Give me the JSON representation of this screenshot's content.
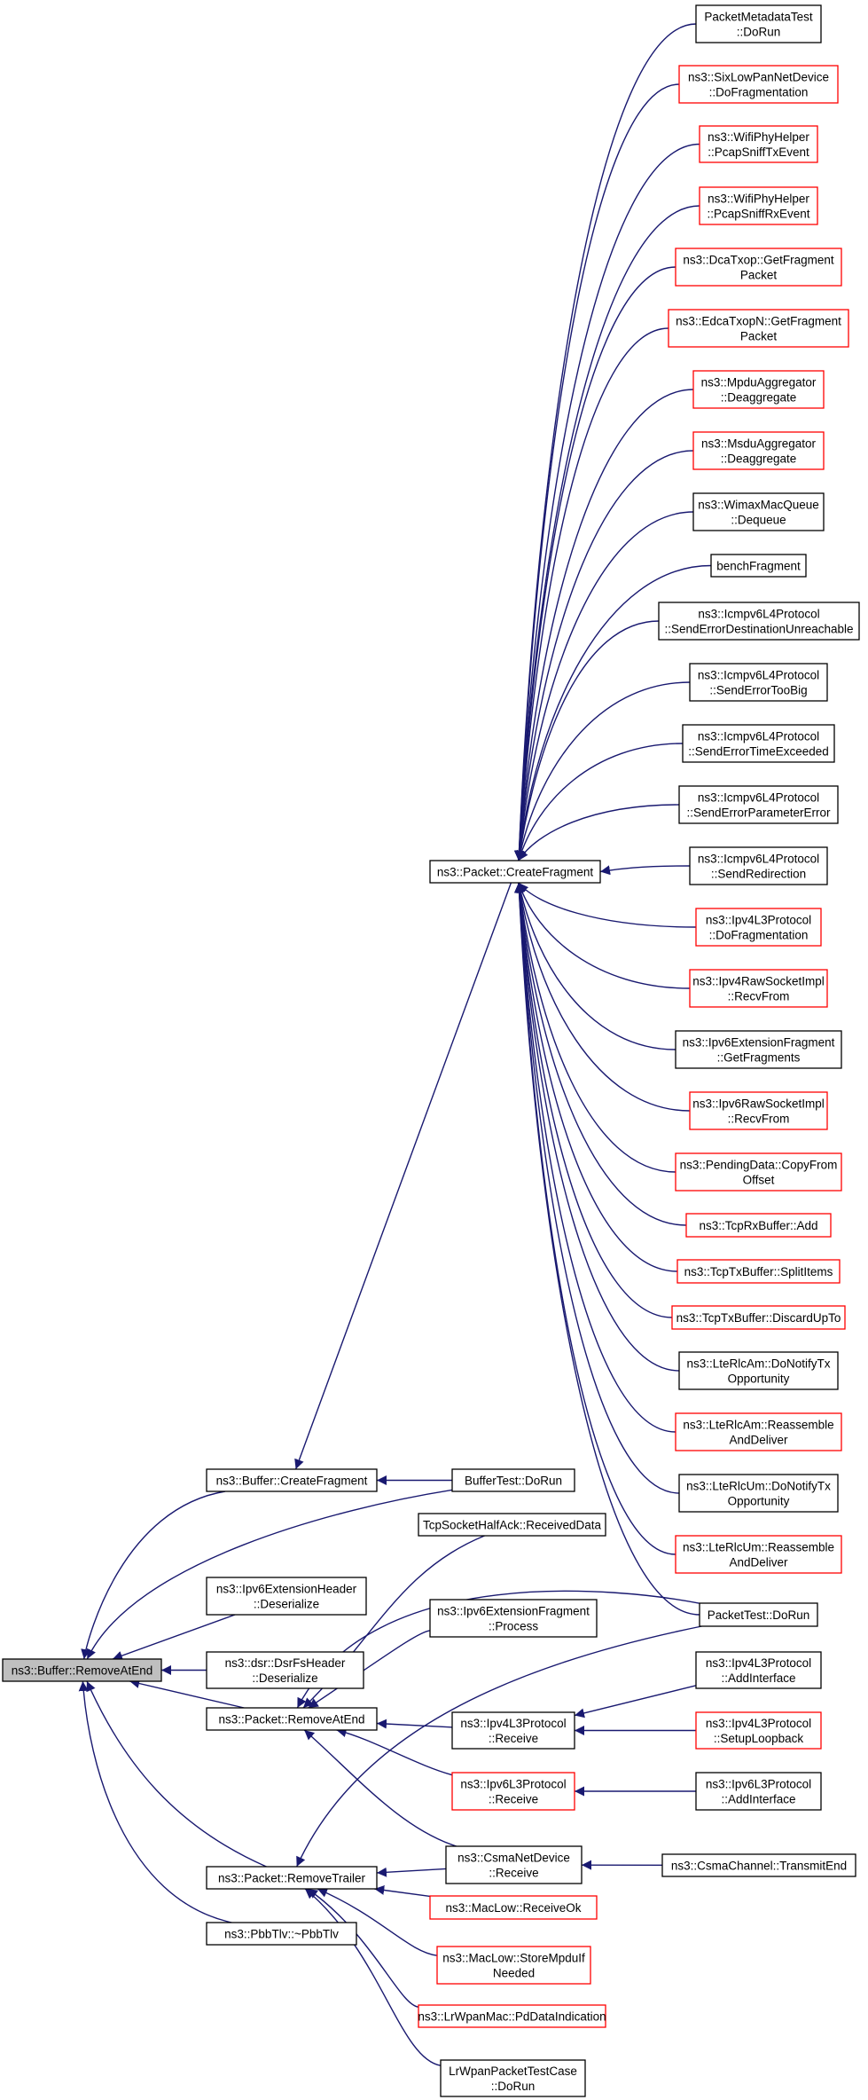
{
  "colors": {
    "edge": "#191970",
    "node_border_normal": "#000000",
    "node_border_truncated": "#ff0000",
    "root_fill": "#bfbfbf",
    "node_fill": "#ffffff"
  },
  "nodes": [
    {
      "id": "root",
      "lines": [
        "ns3::Buffer::RemoveAtEnd"
      ],
      "style": "root"
    },
    {
      "id": "buf_cf",
      "lines": [
        "ns3::Buffer::CreateFragment"
      ],
      "style": "normal"
    },
    {
      "id": "ipv6eh",
      "lines": [
        "ns3::Ipv6ExtensionHeader",
        "::Deserialize"
      ],
      "style": "normal"
    },
    {
      "id": "dsrfs",
      "lines": [
        "ns3::dsr::DsrFsHeader",
        "::Deserialize"
      ],
      "style": "normal"
    },
    {
      "id": "pkt_rae",
      "lines": [
        "ns3::Packet::RemoveAtEnd"
      ],
      "style": "normal"
    },
    {
      "id": "pkt_rt",
      "lines": [
        "ns3::Packet::RemoveTrailer"
      ],
      "style": "normal"
    },
    {
      "id": "pbbtlv",
      "lines": [
        "ns3::PbbTlv::~PbbTlv"
      ],
      "style": "normal"
    },
    {
      "id": "pkt_cf",
      "lines": [
        "ns3::Packet::CreateFragment"
      ],
      "style": "normal"
    },
    {
      "id": "buftest",
      "lines": [
        "BufferTest::DoRun"
      ],
      "style": "normal"
    },
    {
      "id": "tcphalf",
      "lines": [
        "TcpSocketHalfAck::ReceivedData"
      ],
      "style": "normal"
    },
    {
      "id": "ipv6ef_proc",
      "lines": [
        "ns3::Ipv6ExtensionFragment",
        "::Process"
      ],
      "style": "normal"
    },
    {
      "id": "ipv4l3_recv",
      "lines": [
        "ns3::Ipv4L3Protocol",
        "::Receive"
      ],
      "style": "normal"
    },
    {
      "id": "ipv6l3_recv",
      "lines": [
        "ns3::Ipv6L3Protocol",
        "::Receive"
      ],
      "style": "truncated"
    },
    {
      "id": "csma_recv",
      "lines": [
        "ns3::CsmaNetDevice",
        "::Receive"
      ],
      "style": "normal"
    },
    {
      "id": "macrecvok",
      "lines": [
        "ns3::MacLow::ReceiveOk"
      ],
      "style": "truncated"
    },
    {
      "id": "macstore",
      "lines": [
        "ns3::MacLow::StoreMpduIf",
        "Needed"
      ],
      "style": "truncated"
    },
    {
      "id": "lrwpan_pd",
      "lines": [
        "ns3::LrWpanMac::PdDataIndication"
      ],
      "style": "truncated"
    },
    {
      "id": "lrwpan_test",
      "lines": [
        "LrWpanPacketTestCase",
        "::DoRun"
      ],
      "style": "normal"
    },
    {
      "id": "pmdtest",
      "lines": [
        "PacketMetadataTest",
        "::DoRun"
      ],
      "style": "normal"
    },
    {
      "id": "sixlow",
      "lines": [
        "ns3::SixLowPanNetDevice",
        "::DoFragmentation"
      ],
      "style": "truncated"
    },
    {
      "id": "wifi_tx",
      "lines": [
        "ns3::WifiPhyHelper",
        "::PcapSniffTxEvent"
      ],
      "style": "truncated"
    },
    {
      "id": "wifi_rx",
      "lines": [
        "ns3::WifiPhyHelper",
        "::PcapSniffRxEvent"
      ],
      "style": "truncated"
    },
    {
      "id": "dcatxop",
      "lines": [
        "ns3::DcaTxop::GetFragment",
        "Packet"
      ],
      "style": "truncated"
    },
    {
      "id": "edcatxop",
      "lines": [
        "ns3::EdcaTxopN::GetFragment",
        "Packet"
      ],
      "style": "truncated"
    },
    {
      "id": "mpdu",
      "lines": [
        "ns3::MpduAggregator",
        "::Deaggregate"
      ],
      "style": "truncated"
    },
    {
      "id": "msdu",
      "lines": [
        "ns3::MsduAggregator",
        "::Deaggregate"
      ],
      "style": "truncated"
    },
    {
      "id": "wimax",
      "lines": [
        "ns3::WimaxMacQueue",
        "::Dequeue"
      ],
      "style": "normal"
    },
    {
      "id": "benchfrag",
      "lines": [
        "benchFragment"
      ],
      "style": "normal"
    },
    {
      "id": "icmp_dest",
      "lines": [
        "ns3::Icmpv6L4Protocol",
        "::SendErrorDestinationUnreachable"
      ],
      "style": "normal"
    },
    {
      "id": "icmp_toobig",
      "lines": [
        "ns3::Icmpv6L4Protocol",
        "::SendErrorTooBig"
      ],
      "style": "normal"
    },
    {
      "id": "icmp_time",
      "lines": [
        "ns3::Icmpv6L4Protocol",
        "::SendErrorTimeExceeded"
      ],
      "style": "normal"
    },
    {
      "id": "icmp_param",
      "lines": [
        "ns3::Icmpv6L4Protocol",
        "::SendErrorParameterError"
      ],
      "style": "normal"
    },
    {
      "id": "icmp_redir",
      "lines": [
        "ns3::Icmpv6L4Protocol",
        "::SendRedirection"
      ],
      "style": "normal"
    },
    {
      "id": "ipv4l3_frag",
      "lines": [
        "ns3::Ipv4L3Protocol",
        "::DoFragmentation"
      ],
      "style": "truncated"
    },
    {
      "id": "ipv4raw",
      "lines": [
        "ns3::Ipv4RawSocketImpl",
        "::RecvFrom"
      ],
      "style": "truncated"
    },
    {
      "id": "ipv6ef_get",
      "lines": [
        "ns3::Ipv6ExtensionFragment",
        "::GetFragments"
      ],
      "style": "normal"
    },
    {
      "id": "ipv6raw",
      "lines": [
        "ns3::Ipv6RawSocketImpl",
        "::RecvFrom"
      ],
      "style": "truncated"
    },
    {
      "id": "pending",
      "lines": [
        "ns3::PendingData::CopyFrom",
        "Offset"
      ],
      "style": "truncated"
    },
    {
      "id": "tcprx",
      "lines": [
        "ns3::TcpRxBuffer::Add"
      ],
      "style": "truncated"
    },
    {
      "id": "tcptx_split",
      "lines": [
        "ns3::TcpTxBuffer::SplitItems"
      ],
      "style": "truncated"
    },
    {
      "id": "tcptx_disc",
      "lines": [
        "ns3::TcpTxBuffer::DiscardUpTo"
      ],
      "style": "truncated"
    },
    {
      "id": "lteam_notify",
      "lines": [
        "ns3::LteRlcAm::DoNotifyTx",
        "Opportunity"
      ],
      "style": "normal"
    },
    {
      "id": "lteam_reasm",
      "lines": [
        "ns3::LteRlcAm::Reassemble",
        "AndDeliver"
      ],
      "style": "truncated"
    },
    {
      "id": "lteum_notify",
      "lines": [
        "ns3::LteRlcUm::DoNotifyTx",
        "Opportunity"
      ],
      "style": "normal"
    },
    {
      "id": "lteum_reasm",
      "lines": [
        "ns3::LteRlcUm::Reassemble",
        "AndDeliver"
      ],
      "style": "truncated"
    },
    {
      "id": "pkttest",
      "lines": [
        "PacketTest::DoRun"
      ],
      "style": "normal"
    },
    {
      "id": "ipv4l3_add",
      "lines": [
        "ns3::Ipv4L3Protocol",
        "::AddInterface"
      ],
      "style": "normal"
    },
    {
      "id": "ipv4l3_loop",
      "lines": [
        "ns3::Ipv4L3Protocol",
        "::SetupLoopback"
      ],
      "style": "truncated"
    },
    {
      "id": "ipv6l3_add",
      "lines": [
        "ns3::Ipv6L3Protocol",
        "::AddInterface"
      ],
      "style": "normal"
    },
    {
      "id": "csmachan",
      "lines": [
        "ns3::CsmaChannel::TransmitEnd"
      ],
      "style": "normal"
    }
  ]
}
